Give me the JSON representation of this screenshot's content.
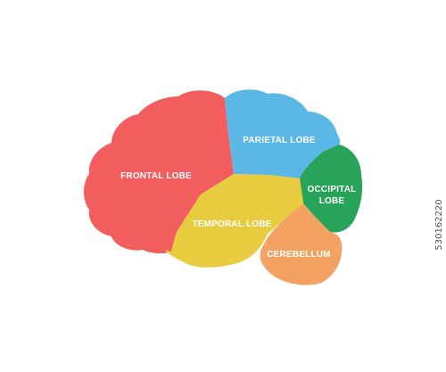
{
  "diagram": {
    "lobes": {
      "frontal": {
        "label": "FRONTAL LOBE",
        "color": "#f25d5d"
      },
      "parietal": {
        "label": "PARIETAL LOBE",
        "color": "#5ab7e6"
      },
      "occipital": {
        "label_line1": "OCCIPITAL",
        "label_line2": "LOBE",
        "color": "#27a35a"
      },
      "temporal": {
        "label": "TEMPORAL LOBE",
        "color": "#e8cb3e"
      },
      "cerebellum": {
        "label": "CEREBELLUM",
        "color": "#f4a261"
      }
    }
  },
  "watermark": {
    "stock_id": "530162220"
  }
}
